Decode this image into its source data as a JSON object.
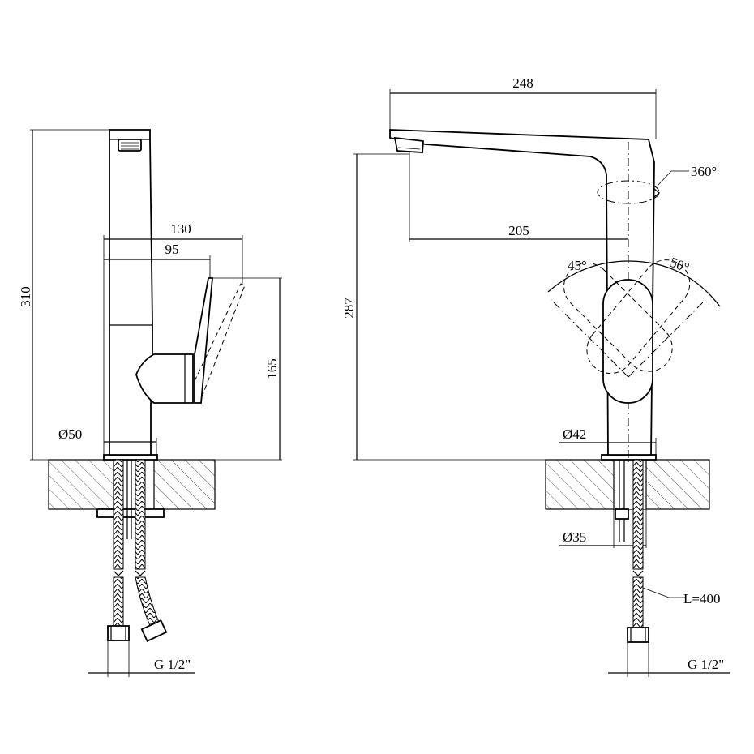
{
  "diagram": {
    "side_view": {
      "height_total": "310",
      "width_lever_far": "130",
      "width_lever_near": "95",
      "height_lever": "165",
      "base_diameter": "Ø50",
      "hose_thread": "G 1/2\""
    },
    "front_view": {
      "spout_reach_total": "248",
      "spout_reach": "205",
      "rotation": "360°",
      "spout_height": "287",
      "lever_angle_left": "45°",
      "lever_angle_right": "50°",
      "base_diameter": "Ø42",
      "mount_hole_diameter": "Ø35",
      "hose_length": "L=400",
      "hose_thread": "G 1/2\""
    }
  }
}
